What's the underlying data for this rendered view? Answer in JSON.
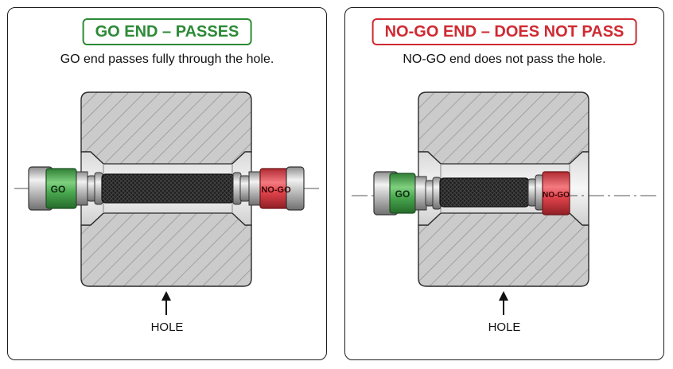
{
  "panels": [
    {
      "id": "go",
      "title": "GO END – PASSES",
      "subtitle": "GO end passes fully through the hole.",
      "go_label": "GO",
      "nogo_label": "NO-GO",
      "hole_label": "HOLE",
      "title_color": "#2c8a36"
    },
    {
      "id": "nogo",
      "title": "NO-GO END – DOES NOT PASS",
      "subtitle": "NO-GO end does not pass the hole.",
      "go_label": "GO",
      "nogo_label": "NO-GO",
      "hole_label": "HOLE",
      "title_color": "#cf2a32"
    }
  ],
  "colors": {
    "go_band": "#4aa84f",
    "nogo_band": "#e0434b",
    "block_fill": "#c9c9c9",
    "handle": "#1e1e1e"
  },
  "icons": [
    "arrow-up-icon"
  ]
}
